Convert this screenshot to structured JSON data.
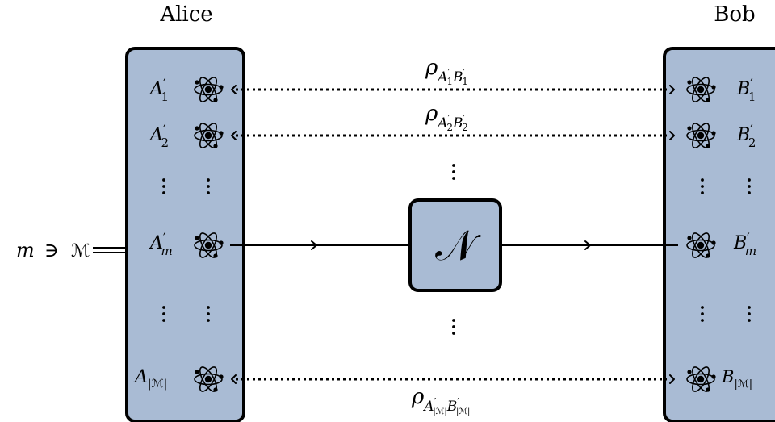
{
  "parties": {
    "alice": "Alice",
    "bob": "Bob"
  },
  "message": {
    "var": "m",
    "relation": "∋",
    "set": "ℳ"
  },
  "alice_systems": {
    "row1": {
      "base": "A",
      "prime": "′",
      "sub": "1"
    },
    "row2": {
      "base": "A",
      "prime": "′",
      "sub": "2"
    },
    "row_m": {
      "base": "A",
      "prime": "′",
      "sub": "m"
    },
    "row_last": {
      "base": "A",
      "prime": "",
      "sub": "|ℳ|"
    }
  },
  "bob_systems": {
    "row1": {
      "base": "B",
      "prime": "′",
      "sub": "1"
    },
    "row2": {
      "base": "B",
      "prime": "′",
      "sub": "2"
    },
    "row_m": {
      "base": "B",
      "prime": "′",
      "sub": "m"
    },
    "row_last": {
      "base": "B",
      "prime": "",
      "sub": "|ℳ|"
    }
  },
  "states": {
    "rho": "ρ",
    "state1": {
      "a": "A",
      "a_sub": "1",
      "b": "B",
      "b_sub": "1",
      "prime": "′"
    },
    "state2": {
      "a": "A",
      "a_sub": "2",
      "b": "B",
      "b_sub": "2",
      "prime": "′"
    },
    "state_last": {
      "a": "A",
      "a_sub": "|ℳ|",
      "b": "B",
      "b_sub": "|ℳ|",
      "prime": "′"
    }
  },
  "channel": {
    "label": "𝒩"
  },
  "colors": {
    "panel_fill": "#a9bbd4",
    "outline": "#000000"
  },
  "icons": [
    "atom-icon",
    "vertical-ellipsis-icon",
    "arrow-right-icon",
    "arrow-left-icon"
  ]
}
